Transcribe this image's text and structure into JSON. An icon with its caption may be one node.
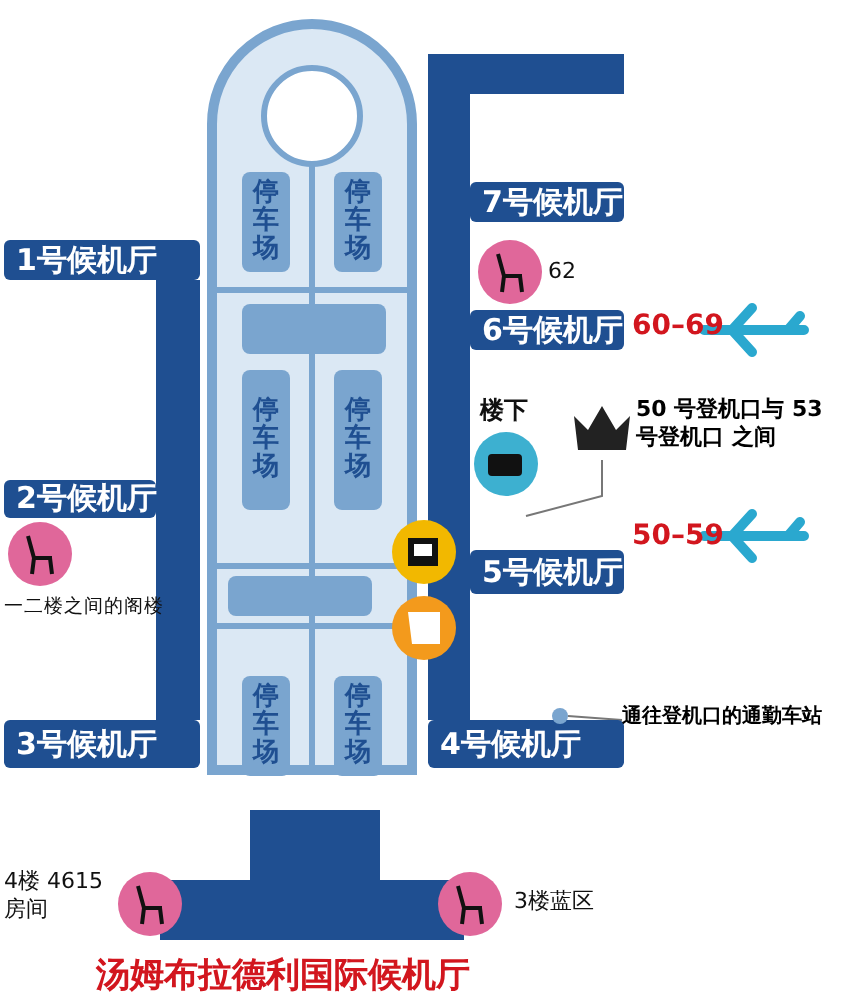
{
  "diagram": {
    "title": "汤姆布拉德利国际候机厅",
    "nodes": [
      {
        "text": [
          "7号候机厅"
        ]
      },
      {
        "text": [
          "6号候机厅"
        ],
        "beside": [
          "60–69"
        ]
      },
      {
        "text": [
          "5号候机厅"
        ],
        "beside": [
          "50–59"
        ]
      },
      {
        "text": [
          "4号候机厅"
        ]
      },
      {
        "text": [
          "1号候机厅"
        ]
      },
      {
        "text": [
          "2号候机厅"
        ]
      },
      {
        "text": [
          "3号候机厅"
        ]
      },
      {
        "text": [
          "50 号登机口与 53号登机口 之间"
        ]
      },
      {
        "text": [
          "通往登机口的通勤车站"
        ]
      },
      {
        "text": [],
        "shape": "circle"
      },
      {
        "text": [
          "停车场"
        ]
      },
      {
        "text": [
          "停车场"
        ]
      },
      {
        "text": [
          "停车场"
        ]
      },
      {
        "text": [
          "停车场"
        ]
      },
      {
        "text": [
          "停车场"
        ]
      },
      {
        "text": [
          "停车场"
        ]
      },
      {
        "text": [],
        "shape": "box"
      },
      {
        "text": [],
        "shape": "box"
      }
    ],
    "edges": [
      {
        "from": 7,
        "to": null,
        "arrow": "none"
      },
      {
        "from": 8,
        "to": 9,
        "arrow": "none"
      }
    ],
    "labels": [
      "62",
      "楼下",
      "一二楼之间的阁楼",
      "4楼 4615房间",
      "3楼蓝区"
    ]
  }
}
